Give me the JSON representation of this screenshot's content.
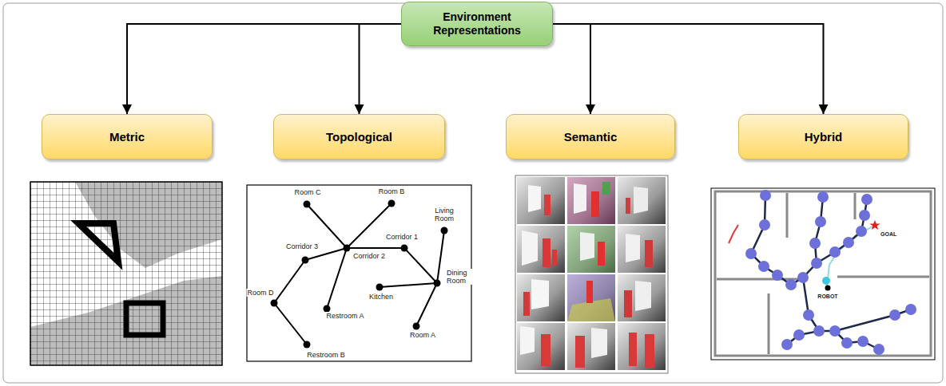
{
  "diagram": {
    "nodes": [
      {
        "text": [
          "Environment Representations"
        ]
      },
      {
        "text": [
          "Metric"
        ]
      },
      {
        "text": [
          "Topological"
        ]
      },
      {
        "text": [
          "Semantic"
        ]
      },
      {
        "text": [
          "Hybrid"
        ]
      }
    ],
    "edges": [
      {
        "from": 0,
        "to": 1,
        "arrow": "to"
      },
      {
        "from": 0,
        "to": 2,
        "arrow": "to"
      },
      {
        "from": 0,
        "to": 3,
        "arrow": "to"
      },
      {
        "from": 0,
        "to": 4,
        "arrow": "to"
      }
    ],
    "labels": [
      "Room C",
      "Room B",
      "Living Room",
      "Corridor 3",
      "Corridor 1",
      "Corridor 2",
      "Room D",
      "Kitchen",
      "Dining Room",
      "Restroom A",
      "Room A",
      "Restroom B",
      "GOAL",
      "ROBOT"
    ]
  }
}
